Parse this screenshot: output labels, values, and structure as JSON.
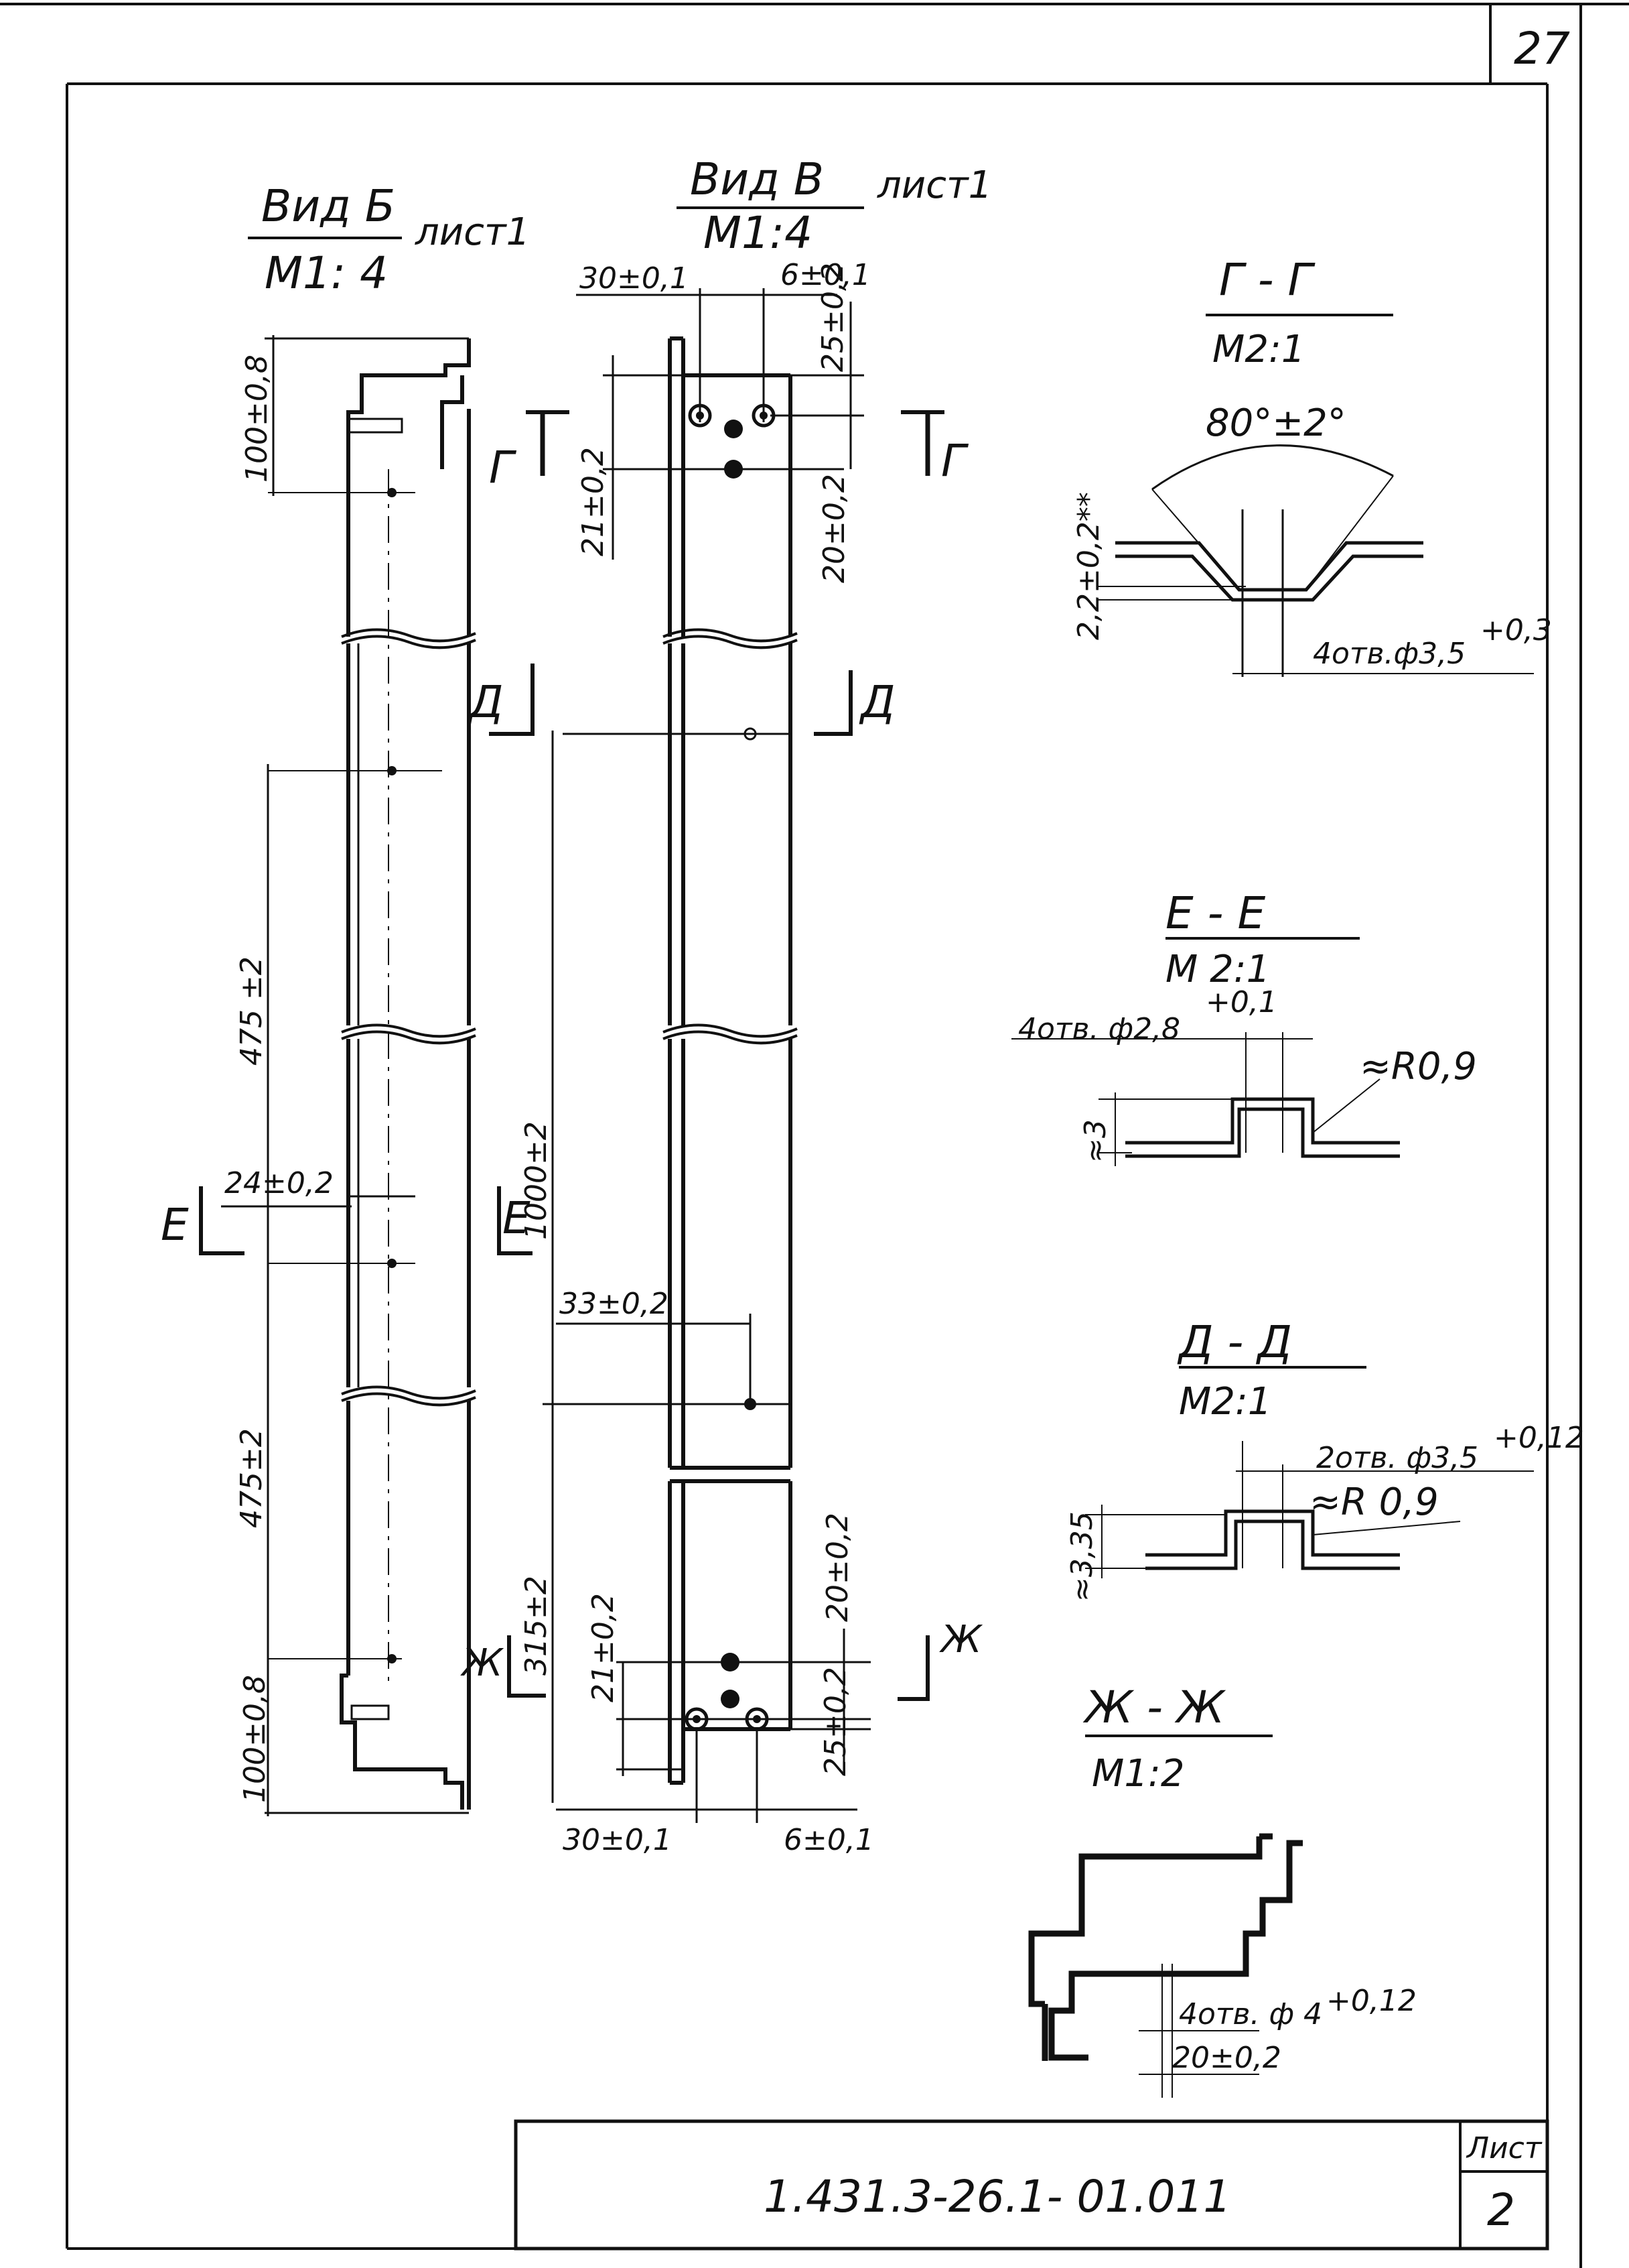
{
  "sheet": {
    "corner_number": "27",
    "code": "1.431.3-26.1- 01.011",
    "sheet_label": "Лист",
    "sheet_no": "2"
  },
  "view_b": {
    "title": "Вид Б",
    "scale": "М1: 4",
    "ref": "лист1",
    "dims": {
      "top_100": "100±0,8",
      "span_475a": "475 ±2",
      "d24": "24±0,2",
      "span_475b": "475±2",
      "bottom_100": "100±0,8"
    }
  },
  "view_v": {
    "title": "Вид В",
    "scale": "М1:4",
    "ref": "лист1",
    "dims": {
      "top_30": "30±0,1",
      "top_6": "6±0,1",
      "top_25": "25±0,2",
      "top_21": "21±0,2",
      "top_20": "20±0,2",
      "len_1000": "1000±2",
      "d33": "33±0,2",
      "d315": "315±2",
      "bot_21": "21±0,2",
      "bot_20": "20±0,2",
      "bot_25": "25±0,2",
      "bot_30": "30±0,1",
      "bot_6": "6±0,1"
    }
  },
  "cut_marks": {
    "g": "Г",
    "d": "Д",
    "e": "Е",
    "zh": "Ж"
  },
  "section_gg": {
    "title": "Г - Г",
    "scale": "М2:1",
    "angle": "80°±2°",
    "depth": "2,2±0,2**",
    "holes": "4отв.ф3,5",
    "holes_tol": "+0,3"
  },
  "section_ee": {
    "title": "Е - Е",
    "scale": "М 2:1",
    "holes": "4отв. ф2,8",
    "holes_tol": "+0,1",
    "radius": "≈R0,9",
    "height": "≈3"
  },
  "section_dd": {
    "title": "Д - Д",
    "scale": "М2:1",
    "holes": "2отв. ф3,5",
    "holes_tol": "+0,12",
    "radius": "≈R 0,9",
    "height": "≈3,35"
  },
  "section_zhzh": {
    "title": "Ж - Ж",
    "scale": "М1:2",
    "holes": "4отв. ф 4",
    "holes_tol": "+0,12",
    "d20": "20±0,2"
  }
}
